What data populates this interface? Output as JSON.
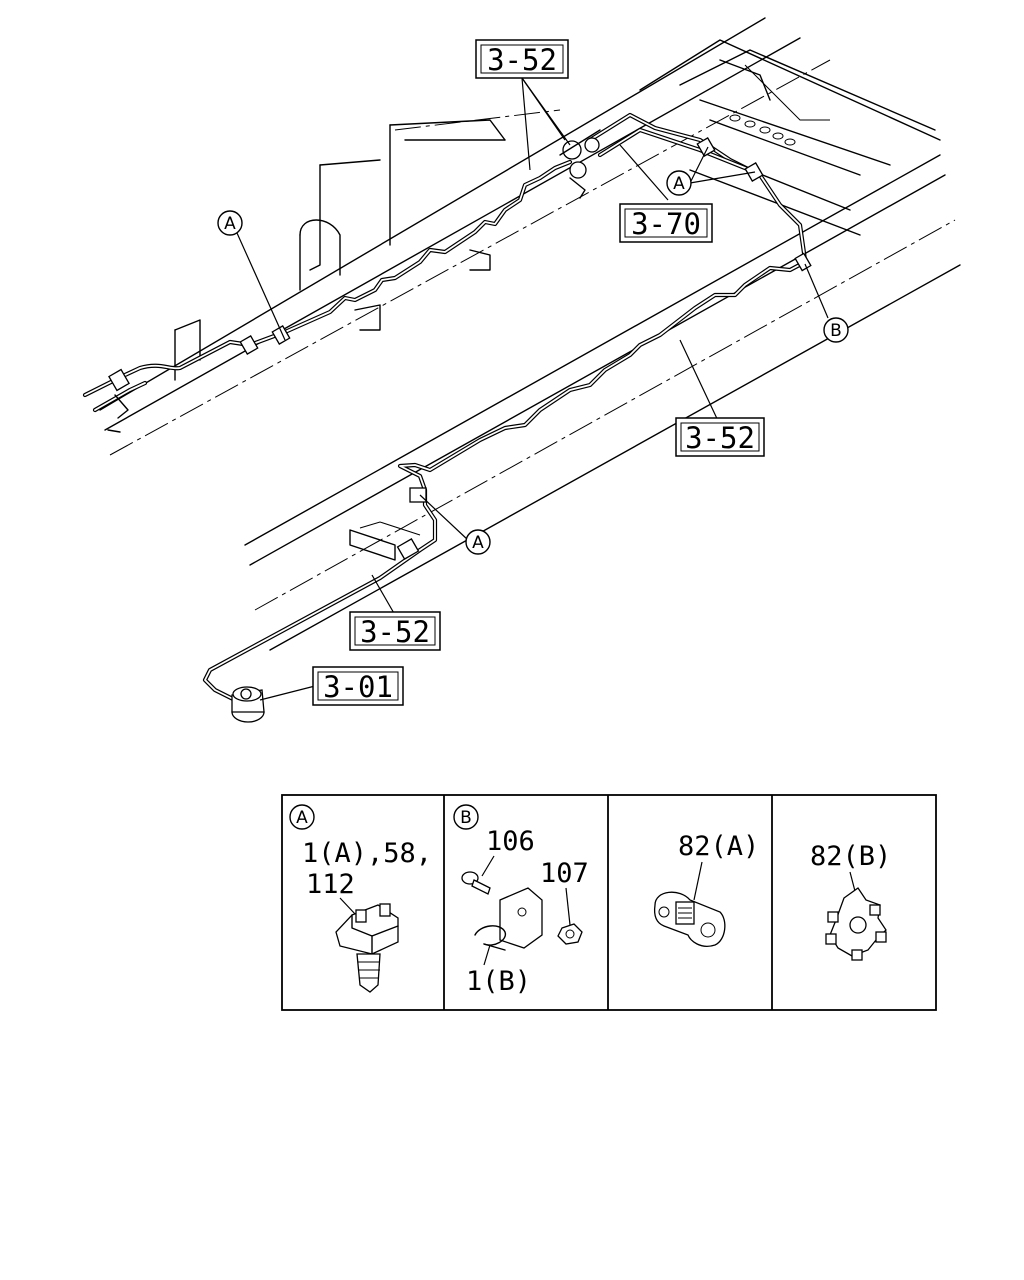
{
  "callouts": {
    "ref_top": "3-52",
    "ref_70": "3-70",
    "ref_mid": "3-52",
    "ref_low": "3-52",
    "ref_01": "3-01",
    "marker_a": "A",
    "marker_b": "B"
  },
  "legend": {
    "a": {
      "marker": "A",
      "line1": "1(A),58,",
      "line2": "112"
    },
    "b": {
      "marker": "B",
      "bolt": "106",
      "nut": "107",
      "bracket": "1(B)"
    },
    "clip_82a": "82(A)",
    "clip_82b": "82(B)"
  }
}
